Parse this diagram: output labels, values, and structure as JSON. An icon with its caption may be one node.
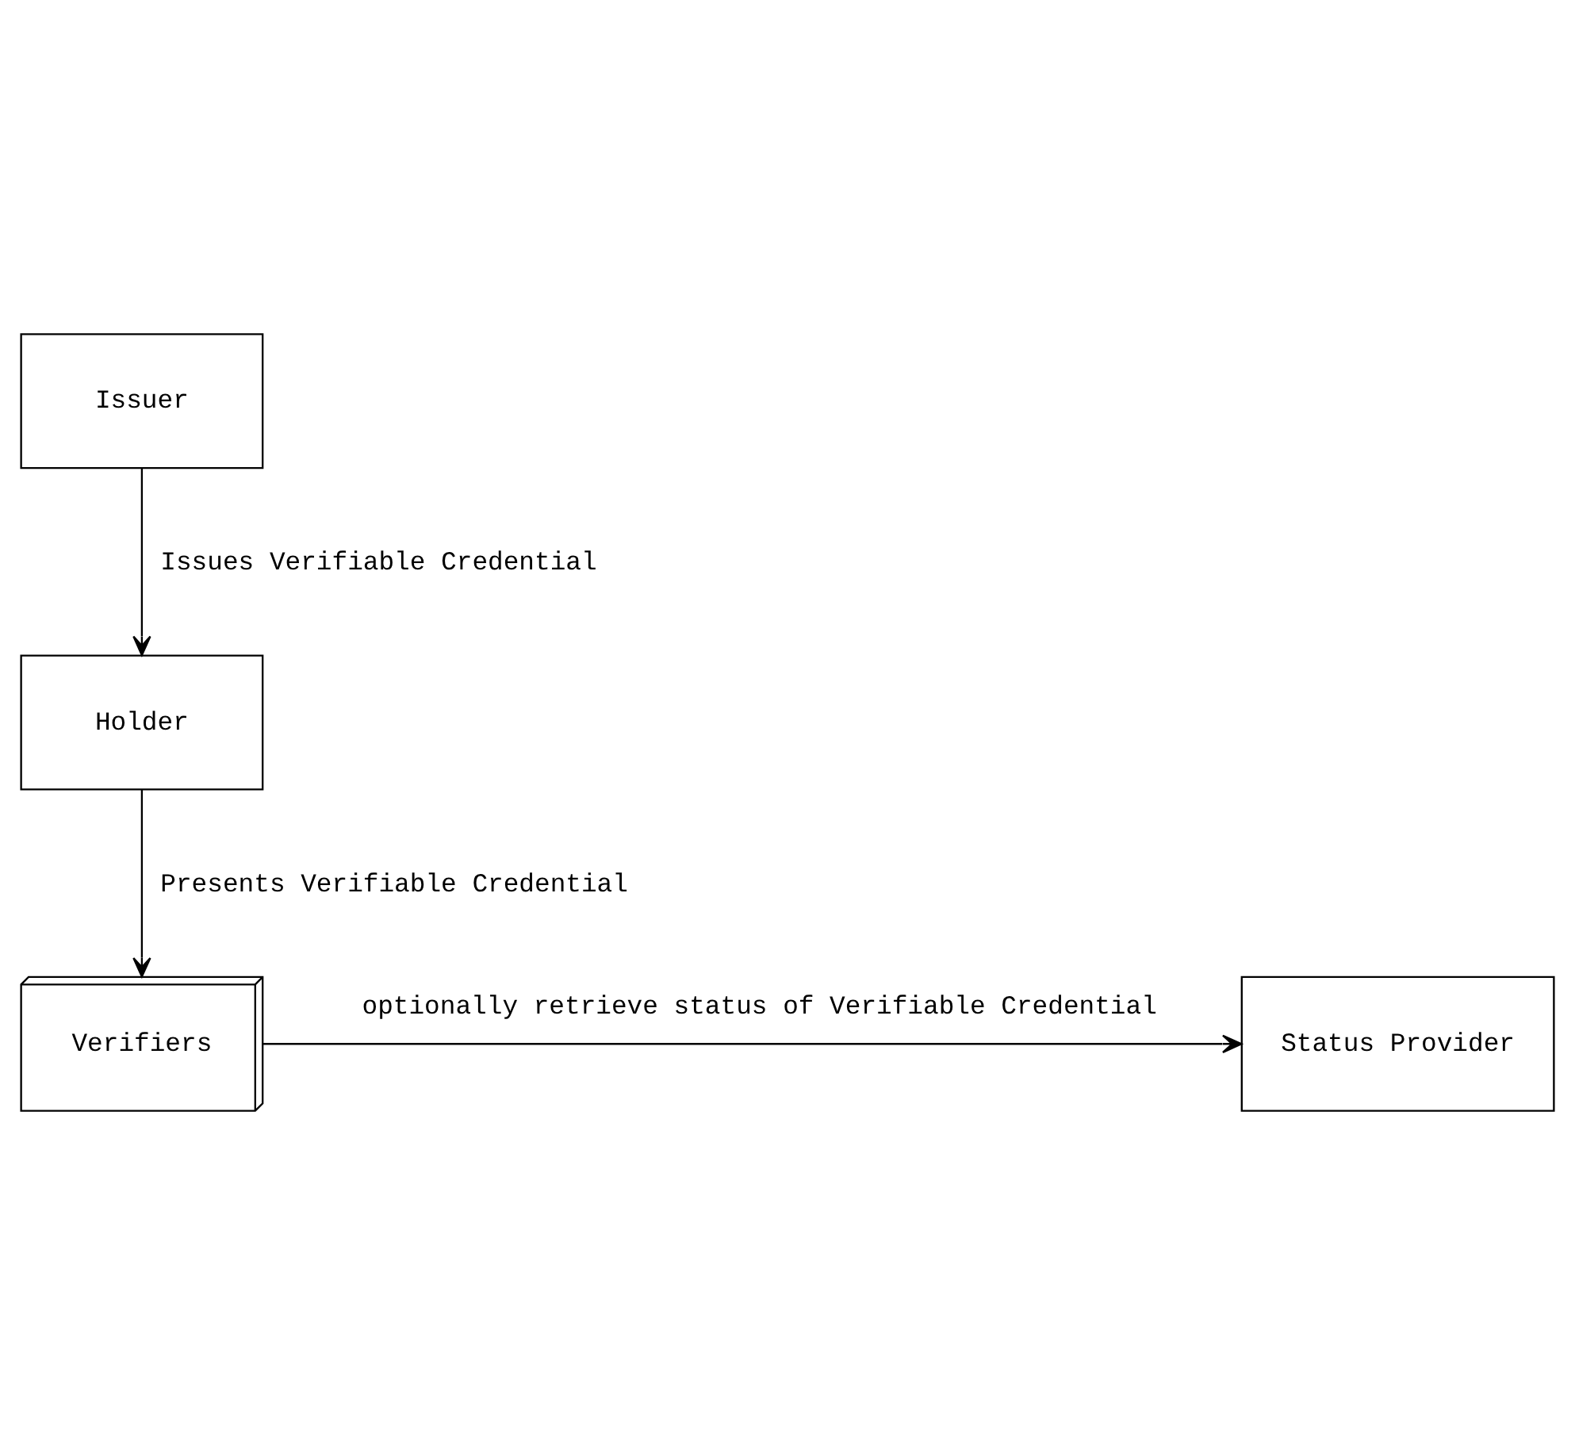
{
  "diagram": {
    "nodes": [
      {
        "text": [
          "Issuer"
        ]
      },
      {
        "text": [
          "Holder"
        ]
      },
      {
        "text": [
          "Verifiers"
        ]
      },
      {
        "text": [
          "Status Provider"
        ]
      }
    ],
    "edges": [
      {
        "from": 0,
        "to": 1,
        "arrow": "to",
        "label": "Issues Verifiable Credential"
      },
      {
        "from": 1,
        "to": 2,
        "arrow": "to",
        "label": "Presents Verifiable Credential"
      },
      {
        "from": 2,
        "to": 3,
        "arrow": "to",
        "label": "optionally retrieve status of Verifiable Credential"
      }
    ]
  }
}
